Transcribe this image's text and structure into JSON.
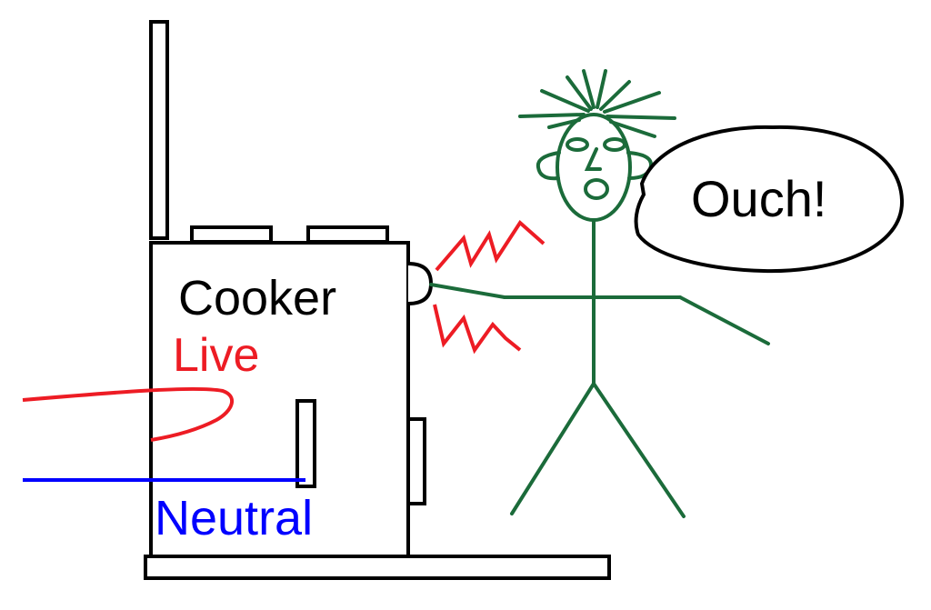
{
  "labels": {
    "cooker": "Cooker",
    "live": "Live",
    "neutral": "Neutral",
    "speech": "Ouch!"
  },
  "colors": {
    "outline": "#000000",
    "live_wire": "#ed1c24",
    "neutral_wire": "#0000ff",
    "spark": "#ed1c24",
    "person": "#1b6b3a",
    "background": "#ffffff"
  }
}
